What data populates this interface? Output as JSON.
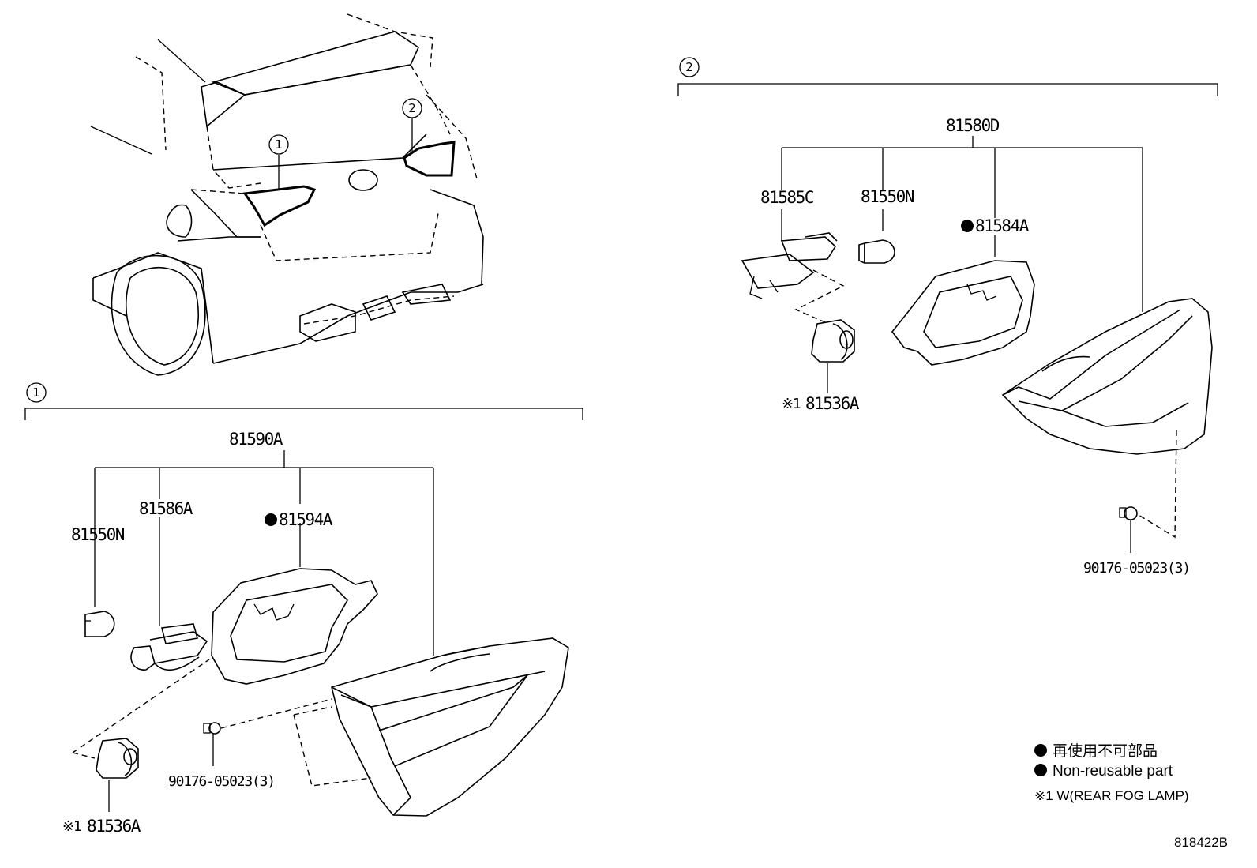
{
  "callouts": {
    "group_1": "1",
    "group_2": "2"
  },
  "group_1": {
    "assembly": "81590A",
    "bulb": "81550N",
    "socket": "81586A",
    "gasket": "81594A",
    "fog_socket": "81536A",
    "screw": "90176-05023(3)",
    "fog_mark": "※1"
  },
  "group_2": {
    "assembly": "81580D",
    "socket": "81585C",
    "bulb": "81550N",
    "gasket": "81584A",
    "fog_socket": "81536A",
    "screw": "90176-05023(3)",
    "fog_mark": "※1"
  },
  "legend": {
    "non_reusable_jp": "再使用不可部品",
    "non_reusable_en": "Non-reusable part",
    "fog_note": "※1 W(REAR FOG LAMP)"
  },
  "diagram_code": "818422B"
}
